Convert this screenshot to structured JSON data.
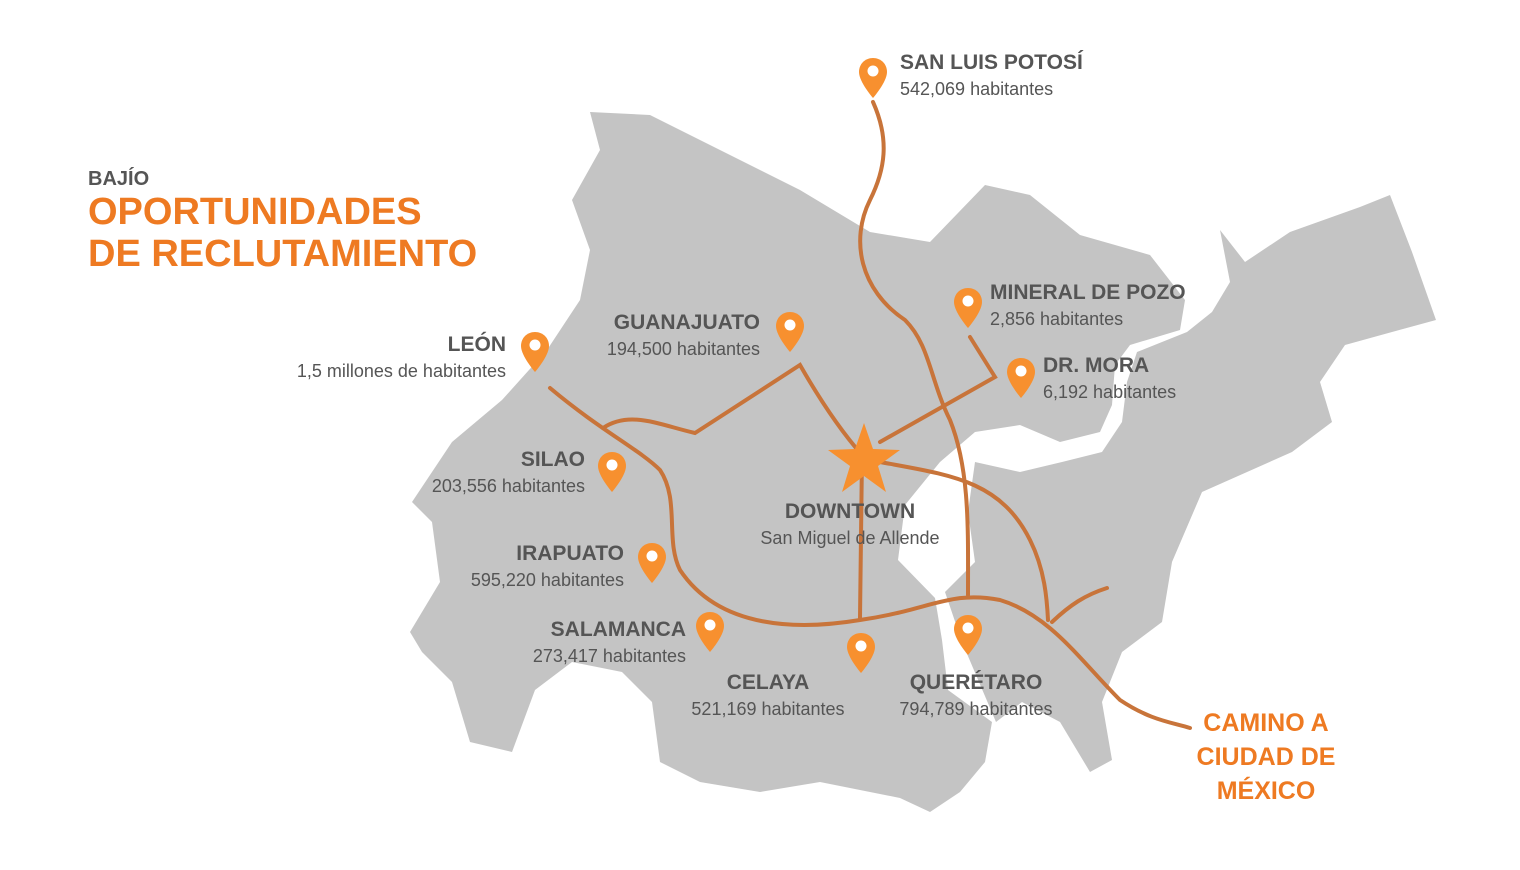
{
  "header": {
    "region": "BAJÍO",
    "title_line1": "OPORTUNIDADES",
    "title_line2": "DE RECLUTAMIENTO"
  },
  "colors": {
    "land": "#c4c4c4",
    "road": "#c8743a",
    "pin": "#f7902f",
    "accent": "#ee7a22",
    "text": "#555555"
  },
  "downtown": {
    "name": "DOWNTOWN",
    "subtitle": "San Miguel de Allende",
    "icon": "star-icon"
  },
  "cities": [
    {
      "name": "SAN LUIS POTOSÍ",
      "population": "542,069 habitantes"
    },
    {
      "name": "MINERAL DE POZO",
      "population": "2,856 habitantes"
    },
    {
      "name": "DR. MORA",
      "population": "6,192 habitantes"
    },
    {
      "name": "GUANAJUATO",
      "population": "194,500 habitantes"
    },
    {
      "name": "LEÓN",
      "population": "1,5 millones de habitantes"
    },
    {
      "name": "SILAO",
      "population": "203,556 habitantes"
    },
    {
      "name": "IRAPUATO",
      "population": "595,220 habitantes"
    },
    {
      "name": "SALAMANCA",
      "population": "273,417 habitantes"
    },
    {
      "name": "CELAYA",
      "population": "521,169 habitantes"
    },
    {
      "name": "QUERÉTARO",
      "population": "794,789 habitantes"
    }
  ],
  "route": {
    "line1": "CAMINO A",
    "line2": "CIUDAD DE MÉXICO"
  }
}
